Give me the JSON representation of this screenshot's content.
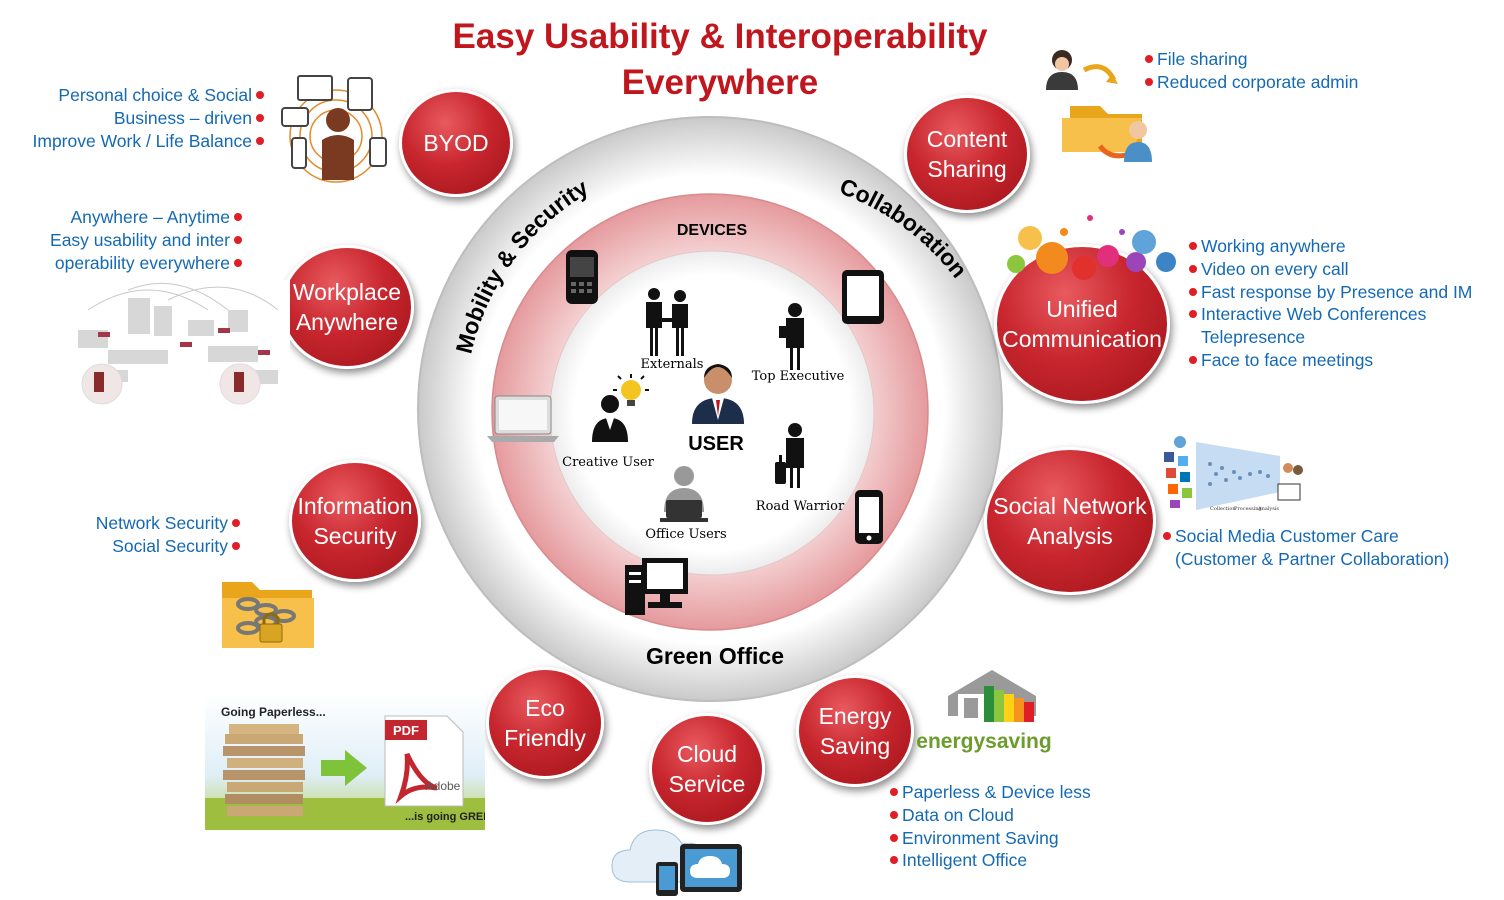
{
  "title": {
    "line1": "Easy Usability & Interoperability",
    "line2": "Everywhere"
  },
  "ring": {
    "top_left_label": "Mobility & Security",
    "top_right_label": "Collaboration",
    "bottom_label": "Green Office",
    "inner_label": "DEVICES",
    "center_label": "USER",
    "user_types": [
      "Externals",
      "Top Executive",
      "Creative User",
      "Office Users",
      "Road Warrior"
    ]
  },
  "bubbles": {
    "byod": [
      "BYOD"
    ],
    "workplace": [
      "Workplace",
      "Anywhere"
    ],
    "infosec": [
      "Information",
      "Security"
    ],
    "eco": [
      "Eco",
      "Friendly"
    ],
    "cloud": [
      "Cloud",
      "Service"
    ],
    "energy": [
      "Energy",
      "Saving"
    ],
    "social": [
      "Social Network",
      "Analysis"
    ],
    "unified": [
      "Unified",
      "Communication"
    ],
    "content": [
      "Content",
      "Sharing"
    ]
  },
  "lists": {
    "byod": [
      "Personal choice & Social",
      "Business – driven",
      "Improve Work / Life Balance"
    ],
    "workplace": [
      "Anywhere – Anytime",
      "Easy usability and inter",
      "operability everywhere"
    ],
    "infosec": [
      "Network Security",
      "Social Security"
    ],
    "content": [
      "File sharing",
      "Reduced corporate admin"
    ],
    "unified": [
      "Working anywhere",
      "Video on every call",
      "Fast response by Presence and IM",
      "Interactive Web Conferences",
      "Telepresence",
      "Face to face meetings"
    ],
    "social": [
      "Social Media Customer Care",
      "(Customer & Partner Collaboration)"
    ],
    "green": [
      "Paperless & Device less",
      "Data on Cloud",
      "Environment Saving",
      "Intelligent Office"
    ]
  },
  "images": {
    "paperless_top": "Going Paperless...",
    "paperless_bottom": "...is going GREEN!",
    "pdf_badge": "PDF",
    "pdf_brand": "Adobe",
    "energy_logo": "energysaving",
    "network_stages": [
      "Collection",
      "Processing",
      "Analysis"
    ]
  },
  "colors": {
    "title": "#c0171f",
    "bubble": "#c8262e",
    "list_text": "#1469b4",
    "bullet": "#e01e25",
    "ring_pink": "#e8a3a5"
  }
}
